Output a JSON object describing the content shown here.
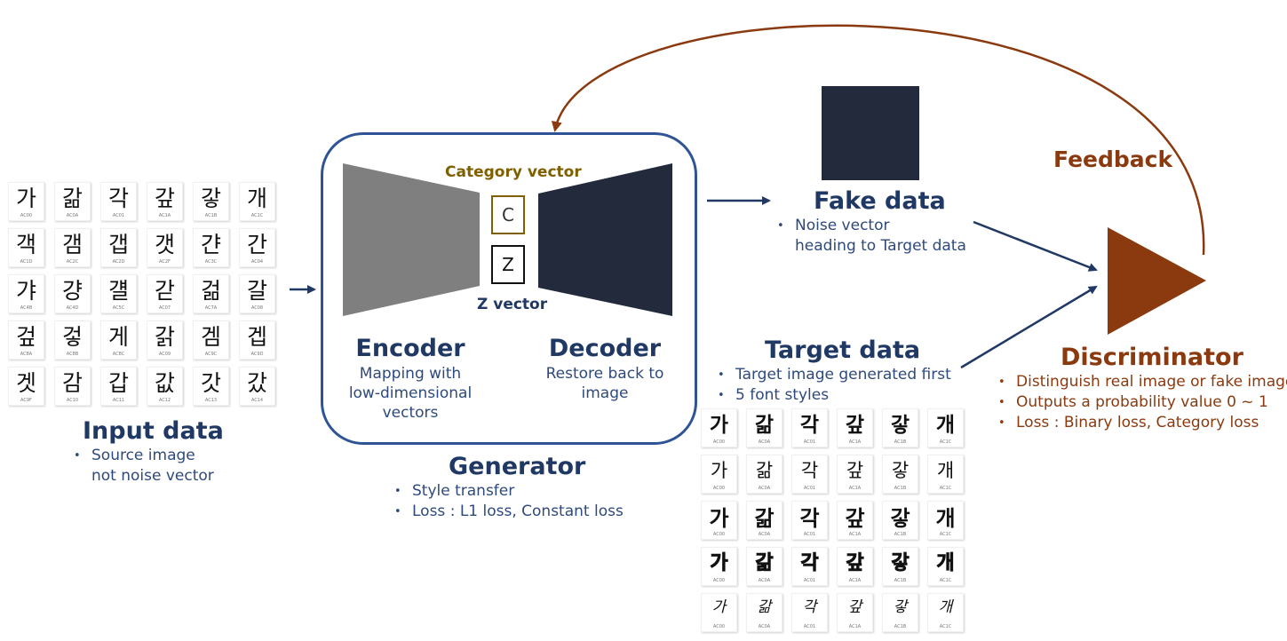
{
  "input_data": {
    "title": "Input data",
    "bullets": [
      "Source image",
      "not noise vector"
    ],
    "tiles": [
      {
        "g": "가",
        "c": "AC00"
      },
      {
        "g": "갊",
        "c": "AC0A"
      },
      {
        "g": "각",
        "c": "AC01"
      },
      {
        "g": "갚",
        "c": "AC1A"
      },
      {
        "g": "갛",
        "c": "AC1B"
      },
      {
        "g": "개",
        "c": "AC1C"
      },
      {
        "g": "객",
        "c": "AC1D"
      },
      {
        "g": "갬",
        "c": "AC2C"
      },
      {
        "g": "갭",
        "c": "AC2D"
      },
      {
        "g": "갯",
        "c": "AC2F"
      },
      {
        "g": "갼",
        "c": "AC3C"
      },
      {
        "g": "간",
        "c": "AC04"
      },
      {
        "g": "갸",
        "c": "AC4B"
      },
      {
        "g": "걍",
        "c": "AC4D"
      },
      {
        "g": "걜",
        "c": "AC5C"
      },
      {
        "g": "갇",
        "c": "AC07"
      },
      {
        "g": "걺",
        "c": "AC7A"
      },
      {
        "g": "갈",
        "c": "AC08"
      },
      {
        "g": "겊",
        "c": "AC8A"
      },
      {
        "g": "겋",
        "c": "AC8B"
      },
      {
        "g": "게",
        "c": "AC8C"
      },
      {
        "g": "갉",
        "c": "AC09"
      },
      {
        "g": "겜",
        "c": "AC9C"
      },
      {
        "g": "겝",
        "c": "AC9D"
      },
      {
        "g": "겟",
        "c": "AC9F"
      },
      {
        "g": "감",
        "c": "AC10"
      },
      {
        "g": "갑",
        "c": "AC11"
      },
      {
        "g": "값",
        "c": "AC12"
      },
      {
        "g": "갓",
        "c": "AC13"
      },
      {
        "g": "갔",
        "c": "AC14"
      }
    ]
  },
  "generator": {
    "title": "Generator",
    "bullets": [
      "Style transfer",
      "Loss : L1 loss, Constant loss"
    ],
    "encoder_title": "Encoder",
    "encoder_desc": [
      "Mapping with",
      "low-dimensional",
      "vectors"
    ],
    "decoder_title": "Decoder",
    "decoder_desc": [
      "Restore back to",
      "image"
    ],
    "category_label": "Category vector",
    "c_label": "C",
    "z_label": "Z",
    "z_vector_label": "Z vector"
  },
  "fake_data": {
    "title": "Fake data",
    "bullets": [
      "Noise vector",
      "heading to Target data"
    ]
  },
  "target_data": {
    "title": "Target data",
    "bullets": [
      "Target image generated first",
      "5 font styles"
    ],
    "glyphs": [
      "가",
      "갊",
      "각",
      "갚",
      "갛",
      "개"
    ],
    "codes": [
      "AC00",
      "AC0A",
      "AC01",
      "AC1A",
      "AC1B",
      "AC1C"
    ]
  },
  "discriminator": {
    "title": "Discriminator",
    "bullets": [
      "Distinguish real image or fake image",
      "Outputs a probability value 0 ~ 1",
      "Loss : Binary loss, Category loss"
    ]
  },
  "feedback_label": "Feedback",
  "colors": {
    "navy": "#1f3864",
    "brown": "#8b3a0f",
    "encoder_gray": "#7f7f7f",
    "decoder_dark": "#222a3b",
    "category_gold": "#7f6000"
  }
}
